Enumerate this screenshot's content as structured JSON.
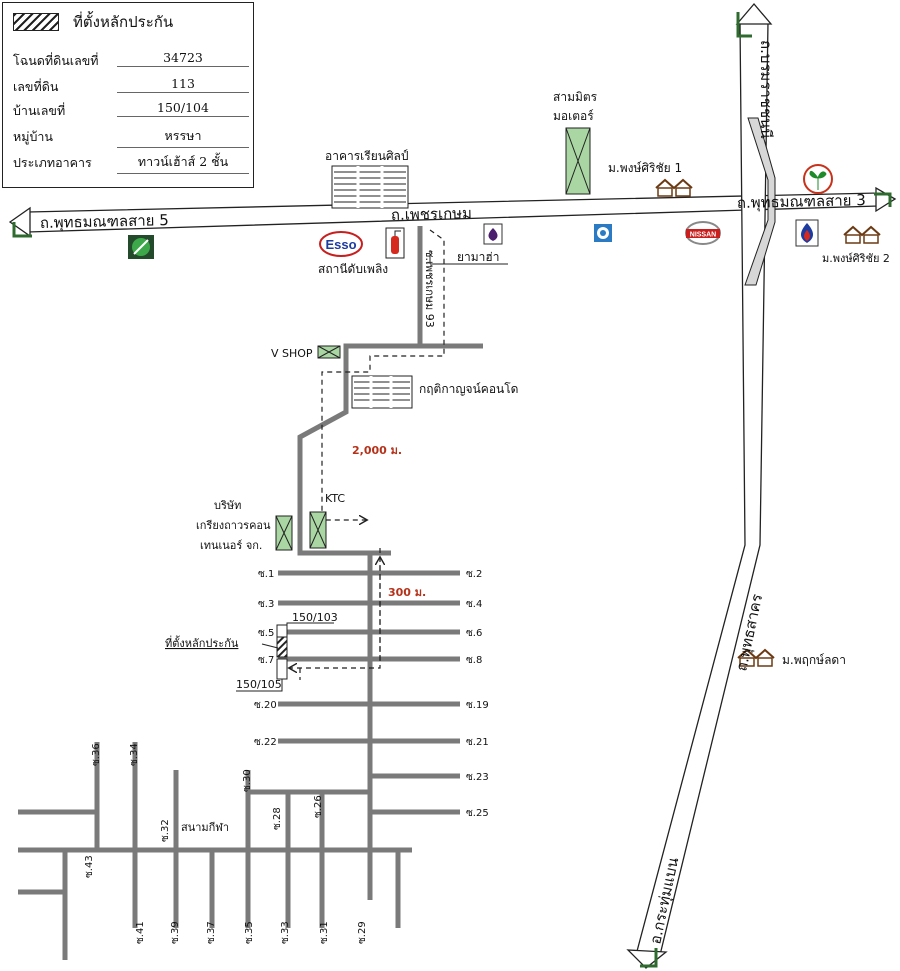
{
  "legend": {
    "header": "ที่ตั้งหลักประกัน",
    "rows": [
      {
        "label": "โฉนดที่ดินเลขที่",
        "value": "34723"
      },
      {
        "label": "เลขที่ดิน",
        "value": "113"
      },
      {
        "label": "บ้านเลขที่",
        "value": "150/104"
      },
      {
        "label": "หมู่บ้าน",
        "value": "หรรษา"
      },
      {
        "label": "ประเภทอาคาร",
        "value": "ทาวน์เฮ้าส์ 2 ชั้น"
      }
    ]
  },
  "roads": {
    "buddhamonthon_5": "ถ.พุทธมณฑลสาย 5",
    "buddhamonthon_3": "ถ.พุทธมณฑลสาย 3",
    "phetkasem": "ถ.เพชรเกษม",
    "phetkasem_93": "ซ.เพชรเกษม 93",
    "boromratchachonnani": "ถ.บรมราชชนนี",
    "phutthasakhon": "ถ.พุทธสาคร",
    "krathum_baen": "อ.กระทุ่มแบน"
  },
  "places": {
    "art_building": "อาคารเรียนศิลป์",
    "sam_mit_1": "สามมิตร",
    "sam_mit_2": "มอเตอร์",
    "pongsiri_1": "ม.พงษ์ศิริชัย 1",
    "pongsiri_2": "ม.พงษ์ศิริชัย 2",
    "fire_station": "สถานีดับเพลิง",
    "yamaha": "ยามาฮ่า",
    "esso": "Esso",
    "nissan": "NISSAN",
    "v_shop": "V SHOP",
    "condo": "กฤติกาญจน์คอนโด",
    "company_1": "บริษัท",
    "company_2": "เกรียงถาวรคอน",
    "company_3": "เทนเนอร์ จก.",
    "ktc": "KTC",
    "collateral": "ที่ตั้งหลักประกัน",
    "house_103": "150/103",
    "house_105": "150/105",
    "stadium": "สนามกีฬา",
    "pruksa": "ม.พฤกษ์ลดา"
  },
  "distances": {
    "d2000": "2,000 ม.",
    "d300": "300 ม."
  },
  "sois": {
    "s1": "ซ.1",
    "s2": "ซ.2",
    "s3": "ซ.3",
    "s4": "ซ.4",
    "s5": "ซ.5",
    "s6": "ซ.6",
    "s7": "ซ.7",
    "s8": "ซ.8",
    "s19": "ซ.19",
    "s20": "ซ.20",
    "s21": "ซ.21",
    "s22": "ซ.22",
    "s23": "ซ.23",
    "s25": "ซ.25",
    "s26": "ซ.26",
    "s28": "ซ.28",
    "s29": "ซ.29",
    "s30": "ซ.30",
    "s31": "ซ.31",
    "s32": "ซ.32",
    "s33": "ซ.33",
    "s34": "ซ.34",
    "s35": "ซ.35",
    "s36": "ซ.36",
    "s37": "ซ.37",
    "s39": "ซ.39",
    "s41": "ซ.41",
    "s43": "ซ.43"
  },
  "colors": {
    "road": "#7a7a7a",
    "building_fill": "#a9d6a2",
    "distance_red": "#b5321a",
    "arrow_green": "#2f6b2f"
  }
}
